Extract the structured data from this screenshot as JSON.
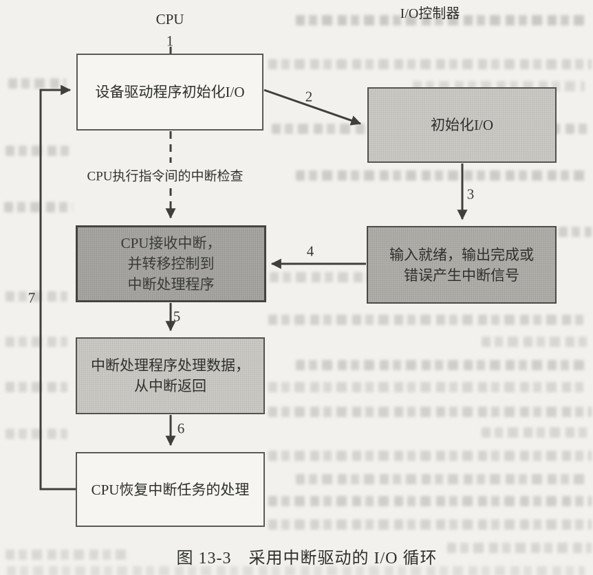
{
  "diagram": {
    "cpu_label": "CPU",
    "io_controller_label": "I/O控制器",
    "interrupt_check_note": "CPU执行指令间的中断检查",
    "caption": "图 13-3　采用中断驱动的 I/O 循环",
    "steps": {
      "1": "1",
      "2": "2",
      "3": "3",
      "4": "4",
      "5": "5",
      "6": "6",
      "7": "7"
    },
    "boxes": {
      "driver_init": "设备驱动程序初始化I/O",
      "init_io": "初始化I/O",
      "io_signal_line1": "输入就绪，输出完成或",
      "io_signal_line2": "错误产生中断信号",
      "cpu_receive_line1": "CPU接收中断，",
      "cpu_receive_line2": "并转移控制到",
      "cpu_receive_line3": "中断处理程序",
      "handler_line1": "中断处理程序处理数据，",
      "handler_line2": "从中断返回",
      "resume": "CPU恢复中断任务的处理"
    },
    "colors": {
      "page_bg": "#f2f1ed",
      "box_light": "#c7c6c1",
      "box_medium": "#abaaa5",
      "box_dark": "#a3a29e",
      "line": "#403f3d",
      "text": "#2f2f2d"
    }
  }
}
